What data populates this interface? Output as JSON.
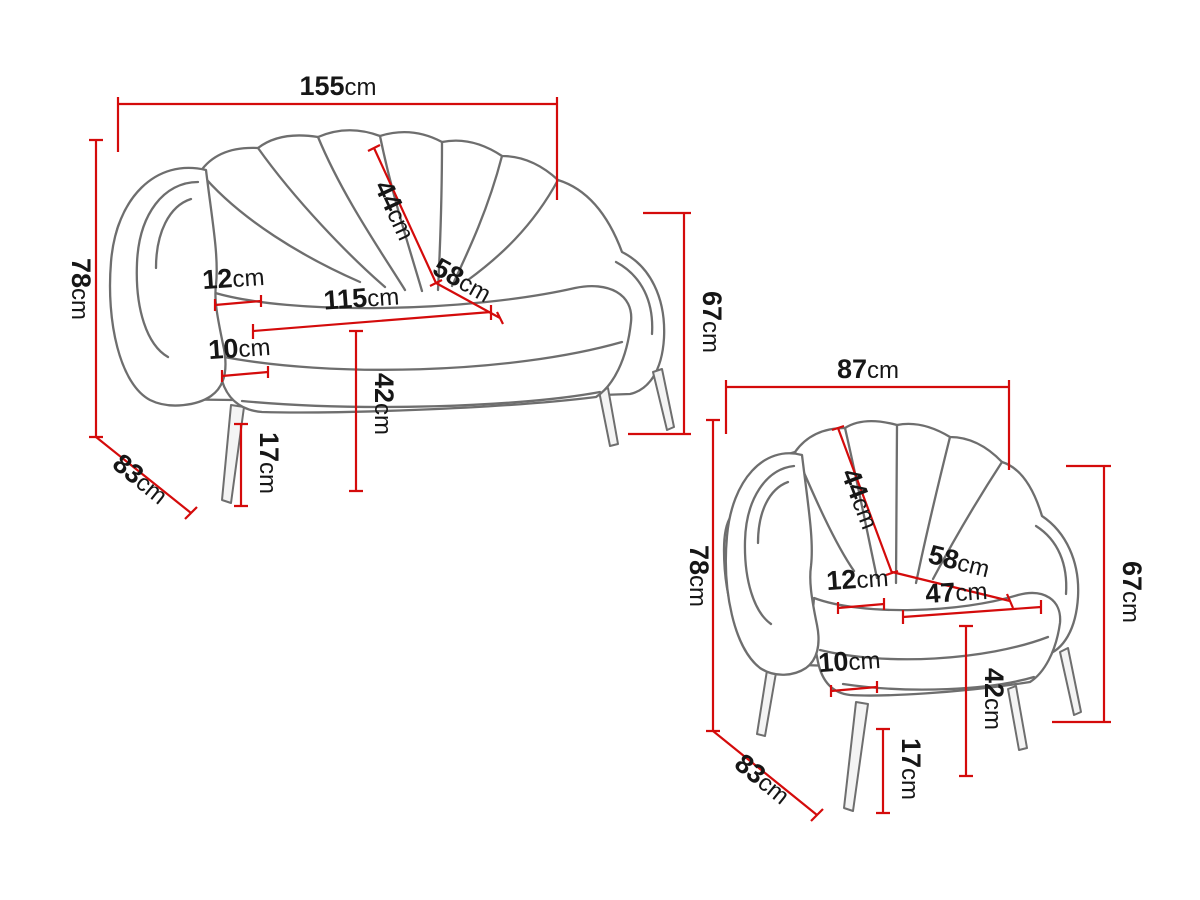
{
  "unit_label": "cm",
  "colors": {
    "dimension_line": "#d40b0b",
    "furniture_outline": "#6e6e6e",
    "text": "#161616",
    "background": "#ffffff"
  },
  "sofa": {
    "width": "155",
    "height": "78",
    "depth": "83",
    "back_diagonal": "44",
    "seat_diagonal": "58",
    "seat_width": "115",
    "armrest_width": "12",
    "cushion_thickness": "10",
    "seat_height": "42",
    "leg_height": "17",
    "side_height": "67"
  },
  "armchair": {
    "width": "87",
    "height": "78",
    "depth": "83",
    "back_diagonal": "44",
    "seat_diagonal": "58",
    "seat_width": "47",
    "armrest_width": "12",
    "cushion_thickness": "10",
    "seat_height": "42",
    "leg_height": "17",
    "side_height": "67"
  }
}
